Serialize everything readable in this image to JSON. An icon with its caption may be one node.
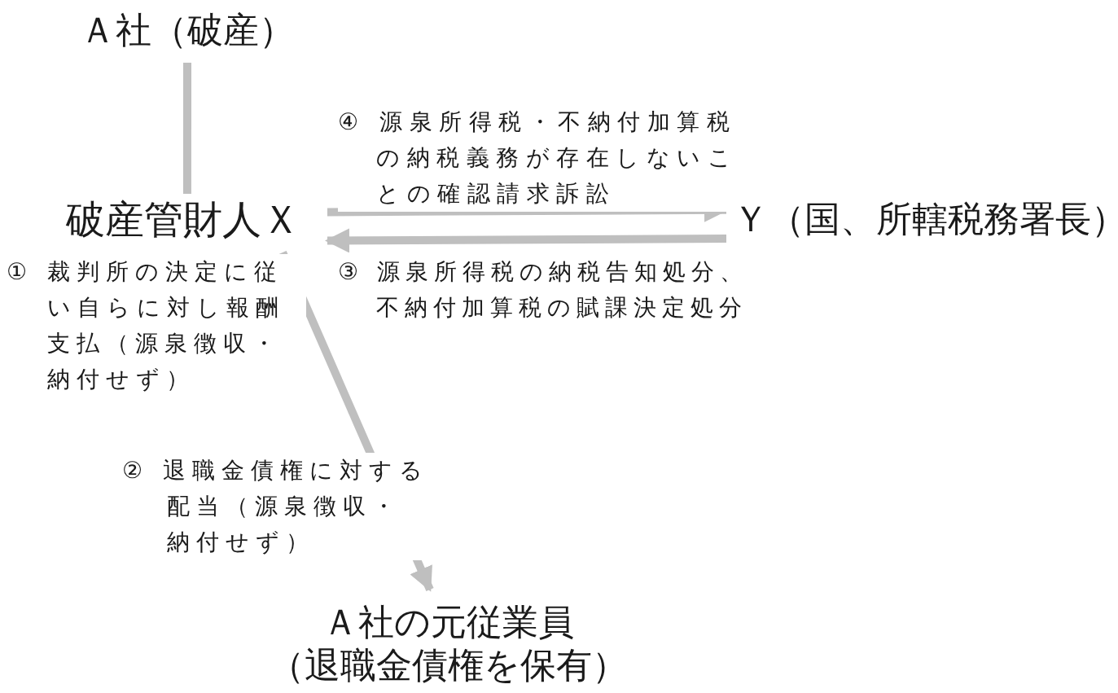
{
  "diagram": {
    "nodes": [
      {
        "text": [
          "Ａ社（破産）"
        ]
      },
      {
        "text": [
          "破産管財人Ｘ"
        ]
      },
      {
        "text": [
          "Ｙ（国、所轄税務署長）"
        ]
      },
      {
        "text": [
          "Ａ社の元従業員",
          "（退職金債権を保有）"
        ]
      }
    ],
    "edges": [
      {
        "from": 0,
        "to": 1,
        "arrow": "none"
      },
      {
        "from": 1,
        "to": 2,
        "arrow": "to",
        "label": "④ 源泉所得税・不納付加算税の納税義務が存在しないことの確認請求訴訟"
      },
      {
        "from": 2,
        "to": 1,
        "arrow": "to",
        "label": "③ 源泉所得税の納税告知処分、不納付加算税の賦課決定処分"
      },
      {
        "from": 1,
        "to": 3,
        "arrow": "to",
        "label": "② 退職金債権に対する配当（源泉徴収・納付せず）"
      }
    ],
    "labels": [
      "① 裁判所の決定に従い自らに対し報酬支払（源泉徴収・納付せず）"
    ]
  }
}
